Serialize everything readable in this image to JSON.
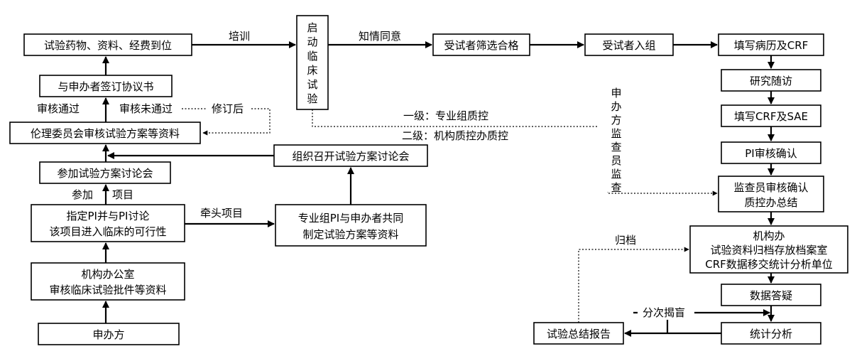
{
  "boxes": {
    "drugs_ready": "试验药物、资料、经费到位",
    "sign_agreement": "与申办者签订协议书",
    "ethics_review": "伦理委员会审核试验方案等资料",
    "join_discussion": "参加试验方案讨论会",
    "assign_pi": [
      "指定PI并与PI讨论",
      "该项目进入临床的可行性"
    ],
    "office_review": [
      "机构办公室",
      "审核临床试验批件等资料"
    ],
    "sponsor": "申办方",
    "start_trial": [
      "启",
      "动",
      "临",
      "床",
      "试",
      "验"
    ],
    "organize_meeting": "组织召开试验方案讨论会",
    "joint_protocol": [
      "专业组PI与申办者共同",
      "制定试验方案等资料"
    ],
    "screening": "受试者筛选合格",
    "enroll": "受试者入组",
    "fill_records": "填写病历及CRF",
    "follow_up": "研究随访",
    "fill_sae": "填写CRF及SAE",
    "pi_confirm": "PI审核确认",
    "monitor_confirm": [
      "监查员审核确认",
      "质控办总结"
    ],
    "archive": [
      "机构办",
      "试验资料归档存放档案室",
      "CRF数据移交统计分析单位"
    ],
    "data_query": "数据答疑",
    "stat_analysis": "统计分析",
    "summary_report": "试验总结报告"
  },
  "labels": {
    "training": "培训",
    "informed_consent": "知情同意",
    "approved": "审核通过",
    "not_approved": "审核未通过",
    "after_revision": "修订后",
    "participate": "参加",
    "project": "项目",
    "lead_project": "牵头项目",
    "qc_level1": "一级：专业组质控",
    "qc_level2": "二级：机构质控办质控",
    "sponsor_monitor": [
      "申",
      "办",
      "方",
      "监",
      "查",
      "员",
      "监",
      "查"
    ],
    "archive_label": "归档",
    "staged_unblinding": "分次揭盲"
  }
}
